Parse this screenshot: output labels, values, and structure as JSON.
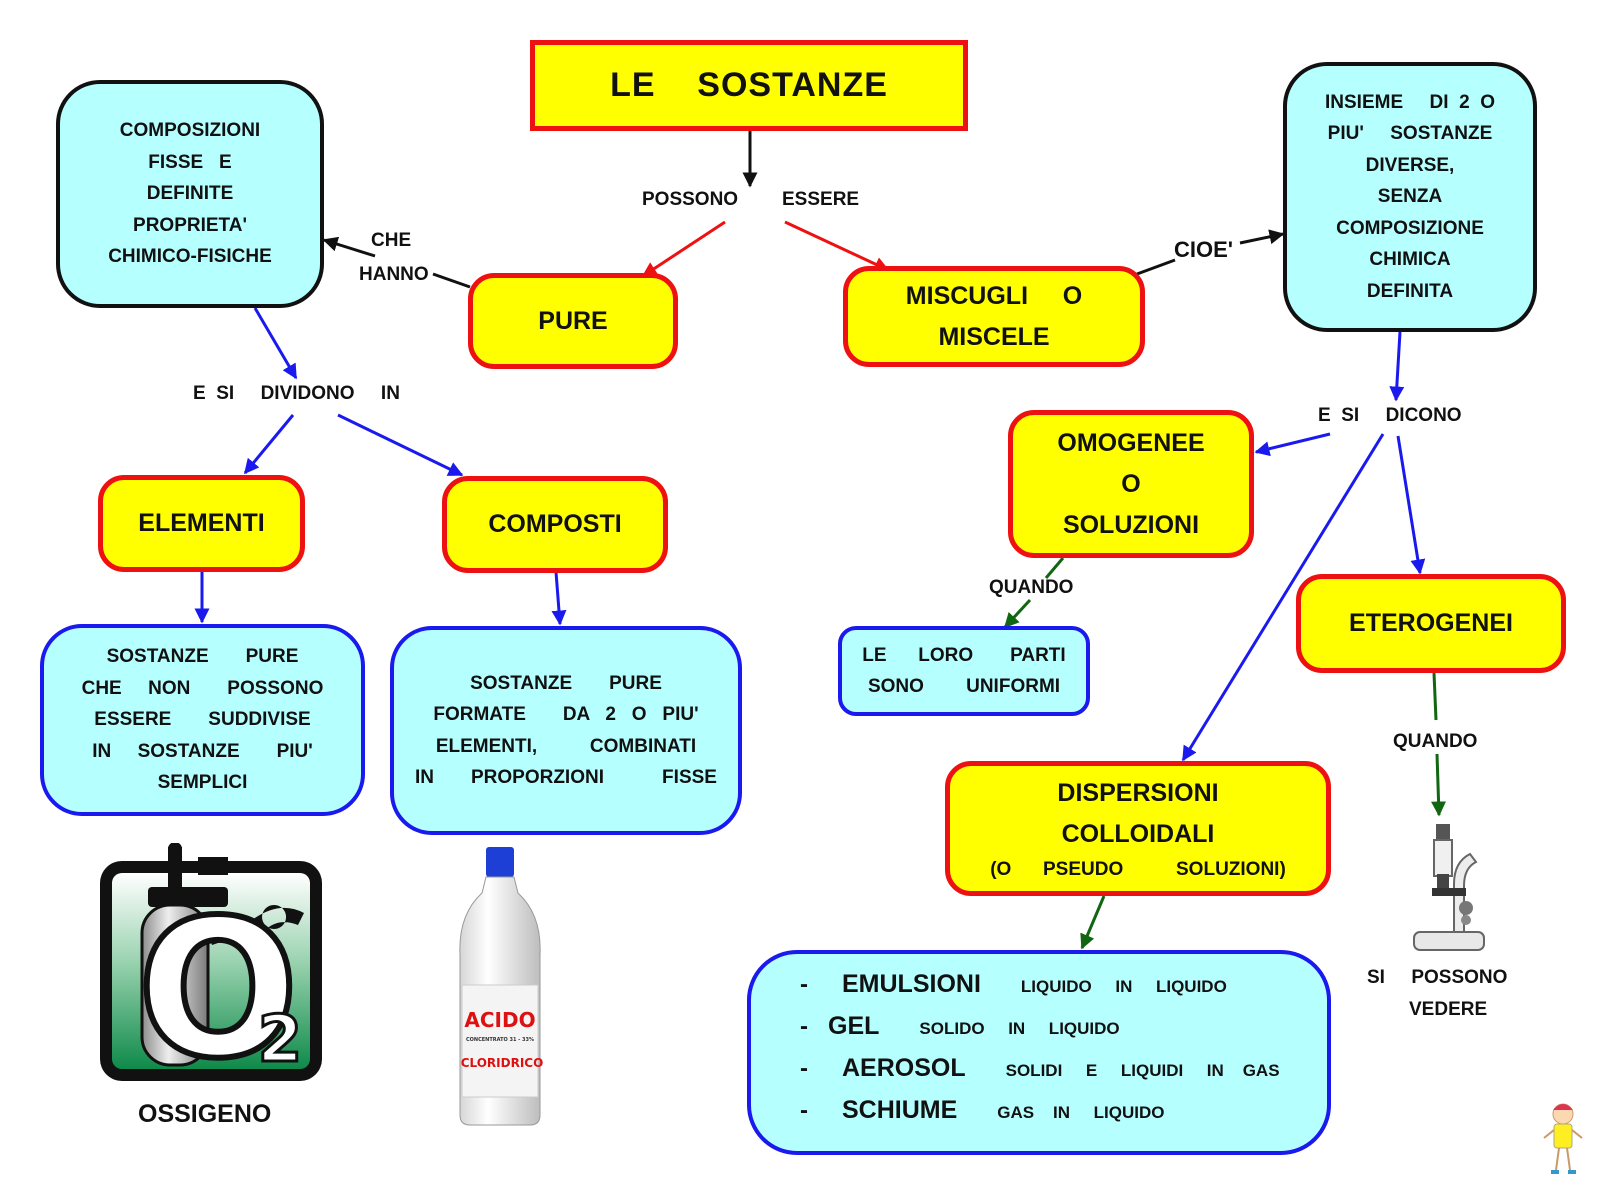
{
  "title": "LE    SOSTANZE",
  "connectors": {
    "possono": "POSSONO",
    "essere": "ESSERE",
    "che_hanno": [
      "CHE",
      "HANNO"
    ],
    "cioe": "CIOE'",
    "e_si_dividono_in": "E  SI     DIVIDONO     IN",
    "e_si_dicono": "E  SI     DICONO",
    "quando_1": "QUANDO",
    "quando_2": "QUANDO",
    "si_possono_vedere": [
      "SI     POSSONO",
      "VEDERE"
    ]
  },
  "nodes": {
    "composizioni": [
      "COMPOSIZIONI",
      "FISSE   E",
      "DEFINITE",
      "PROPRIETA'",
      "CHIMICO-FISICHE"
    ],
    "pure": [
      "PURE"
    ],
    "miscugli": [
      "MISCUGLI     O",
      "MISCELE"
    ],
    "insieme": [
      "INSIEME     DI  2  O",
      "PIU'     SOSTANZE",
      "DIVERSE,",
      "SENZA",
      "COMPOSIZIONE",
      "CHIMICA",
      "DEFINITA"
    ],
    "elementi": [
      "ELEMENTI"
    ],
    "composti": [
      "COMPOSTI"
    ],
    "elementi_def": [
      "SOSTANZE       PURE",
      "CHE     NON       POSSONO",
      "ESSERE       SUDDIVISE",
      "IN     SOSTANZE       PIU'",
      "SEMPLICI"
    ],
    "composti_def": [
      "SOSTANZE       PURE",
      "FORMATE       DA   2   O   PIU'",
      "ELEMENTI,          COMBINATI",
      "IN       PROPORZIONI           FISSE"
    ],
    "omogenee": [
      "OMOGENEE",
      "O",
      "SOLUZIONI"
    ],
    "uniformi": [
      "LE      LORO       PARTI",
      "SONO        UNIFORMI"
    ],
    "eterogenei": [
      "ETEROGENEI"
    ],
    "dispersioni": [
      "DISPERSIONI",
      "COLLOIDALI"
    ],
    "dispersioni_sub": "(O      PSEUDO          SOLUZIONI)"
  },
  "mixtures": [
    {
      "dash": "-",
      "name": "EMULSIONI",
      "desc": "LIQUIDO     IN     LIQUIDO"
    },
    {
      "dash": "-",
      "name": "GEL",
      "desc": "SOLIDO     IN     LIQUIDO"
    },
    {
      "dash": "-",
      "name": "AEROSOL",
      "desc": "SOLIDI     E     LIQUIDI     IN    GAS"
    },
    {
      "dash": "-",
      "name": "SCHIUME",
      "desc": "GAS    IN     LIQUIDO"
    }
  ],
  "illustrations": {
    "oxygen_icon": "oxygen-tank-icon",
    "oxygen_symbol": "O",
    "oxygen_subscript": "2",
    "oxygen_caption": "OSSIGENO",
    "bottle_icon": "acid-bottle-icon",
    "bottle_brand_1": "ACIDO",
    "bottle_brand_2": "CLORIDRICO",
    "bottle_small": "CONCENTRATO 31 - 33%",
    "microscope_icon": "microscope-icon",
    "mascot_icon": "mascot-icon"
  },
  "colors": {
    "red": "#ee1111",
    "blue": "#1a1aee",
    "green": "#116611",
    "black": "#111111",
    "yellow": "#ffff00",
    "cyan": "#b6ffff"
  }
}
